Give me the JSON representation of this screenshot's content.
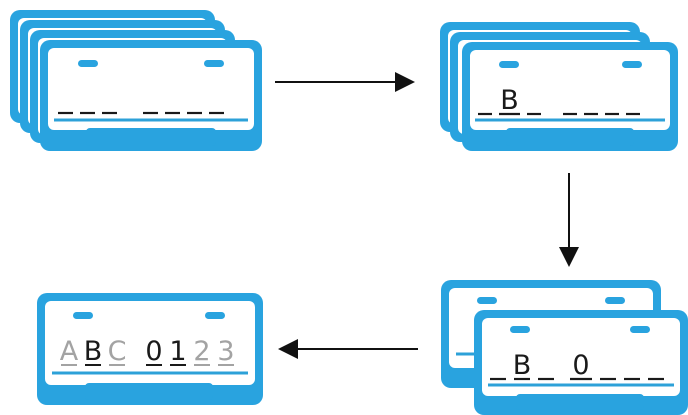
{
  "colors": {
    "plate_fill": "#29a3df",
    "plate_inner": "#ffffff",
    "underline": "#2da1d8",
    "arrow": "#111111",
    "text_dark": "#1a1a1a",
    "text_faded": "#a3a3a3"
  },
  "plates": {
    "blank_stack": {
      "count": 4,
      "pattern": "_ _ _  _ _ _ _"
    },
    "first_letter": {
      "count": 3,
      "chars": [
        "B"
      ]
    },
    "two_chars": {
      "count": 2,
      "chars": [
        "B",
        "0"
      ]
    },
    "final": {
      "chars": [
        {
          "char": "A",
          "faded": true
        },
        {
          "char": "B",
          "faded": false
        },
        {
          "char": "C",
          "faded": true
        },
        {
          "char": "0",
          "faded": false
        },
        {
          "char": "1",
          "faded": false
        },
        {
          "char": "2",
          "faded": true
        },
        {
          "char": "3",
          "faded": true
        }
      ]
    }
  },
  "arrows": [
    {
      "from": "blank_stack",
      "to": "first_letter",
      "direction": "right"
    },
    {
      "from": "first_letter",
      "to": "two_chars",
      "direction": "down"
    },
    {
      "from": "two_chars",
      "to": "final",
      "direction": "left"
    }
  ]
}
